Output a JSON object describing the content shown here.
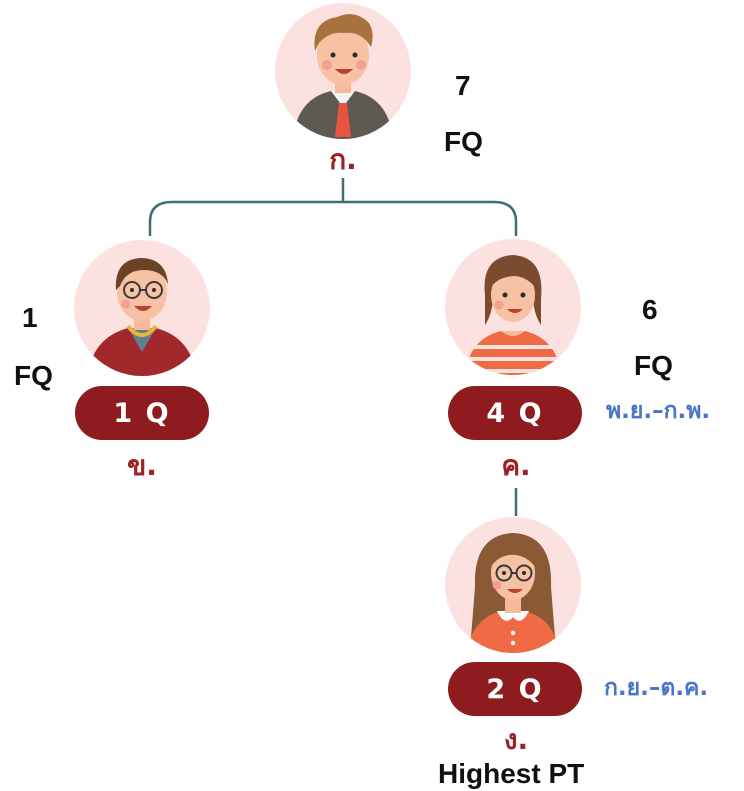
{
  "nodes": {
    "a": {
      "name": "ก.",
      "fq_value": "7",
      "fq_label": "FQ"
    },
    "b": {
      "name": "ข.",
      "fq_value": "1",
      "fq_label": "FQ",
      "quarters": "1 Q"
    },
    "c": {
      "name": "ค.",
      "fq_value": "6",
      "fq_label": "FQ",
      "quarters": "4 Q",
      "period": "พ.ย.–ก.พ."
    },
    "d": {
      "name": "ง.",
      "quarters": "2 Q",
      "period": "ก.ย.–ต.ค.",
      "note": "Highest PT"
    }
  },
  "colors": {
    "connector": "#3f6f73",
    "pill": "#8e1c1f",
    "name": "#9b2226",
    "date": "#4a76c9",
    "avatar_bg": "#fbe1df"
  }
}
